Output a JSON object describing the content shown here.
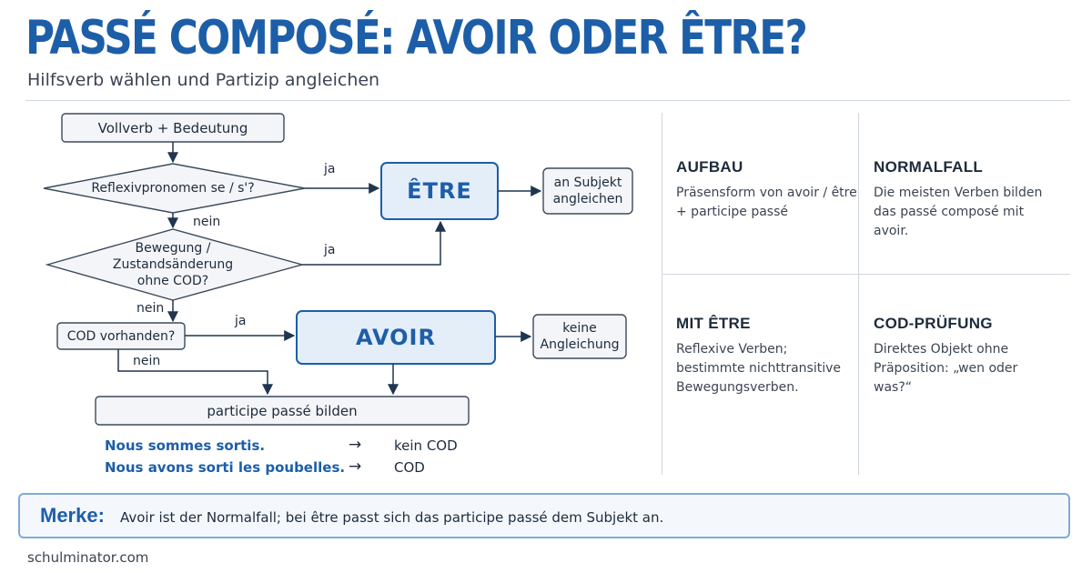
{
  "title": "PASSÉ COMPOSÉ: AVOIR ODER ÊTRE?",
  "subtitle": "Hilfsverb wählen und Partizip angleichen",
  "flow": {
    "start": "Vollverb + Bedeutung",
    "q_reflexive": "Reflexivpronomen se / s'?",
    "q_motion": "Bewegung /\nZustandsänderung\nohne COD?",
    "q_cod": "COD vorhanden?",
    "etre": "ÊTRE",
    "avoir": "AVOIR",
    "etre_result": "an Subjekt\nangleichen",
    "avoir_result": "keine\nAngleichung",
    "participle": "participe passé bilden",
    "label_yes_1": "ja",
    "label_no_1": "nein",
    "label_yes_2": "ja",
    "label_no_2": "nein",
    "label_yes_3": "ja",
    "label_no_3": "nein"
  },
  "examples": [
    {
      "sentence": "Nous sommes sortis.",
      "arrow": "→",
      "result": "kein COD"
    },
    {
      "sentence": "Nous avons sorti les poubelles.",
      "arrow": "→",
      "result": "COD"
    }
  ],
  "cards": [
    {
      "heading": "AUFBAU",
      "text": "Präsensform von avoir / être + participe passé"
    },
    {
      "heading": "NORMALFALL",
      "text": "Die meisten Verben bilden das passé composé mit avoir."
    },
    {
      "heading": "MIT ÊTRE",
      "text": "Reflexive Verben; bestimmte nichttransitive Bewegungsverben."
    },
    {
      "heading": "COD-PRÜFUNG",
      "text": "Direktes Objekt ohne Präposition: „wen oder was?“"
    }
  ],
  "merke": {
    "label": "Merke:",
    "text": "Avoir ist der Normalfall; bei être passt sich das participe passé dem Subjekt an."
  },
  "footer": "schulminator.com",
  "colors": {
    "accent": "#1d5ea8",
    "box_fill": "#f3f5f8",
    "highlight_fill": "#e4eef9",
    "border": "#3c4a5c"
  }
}
